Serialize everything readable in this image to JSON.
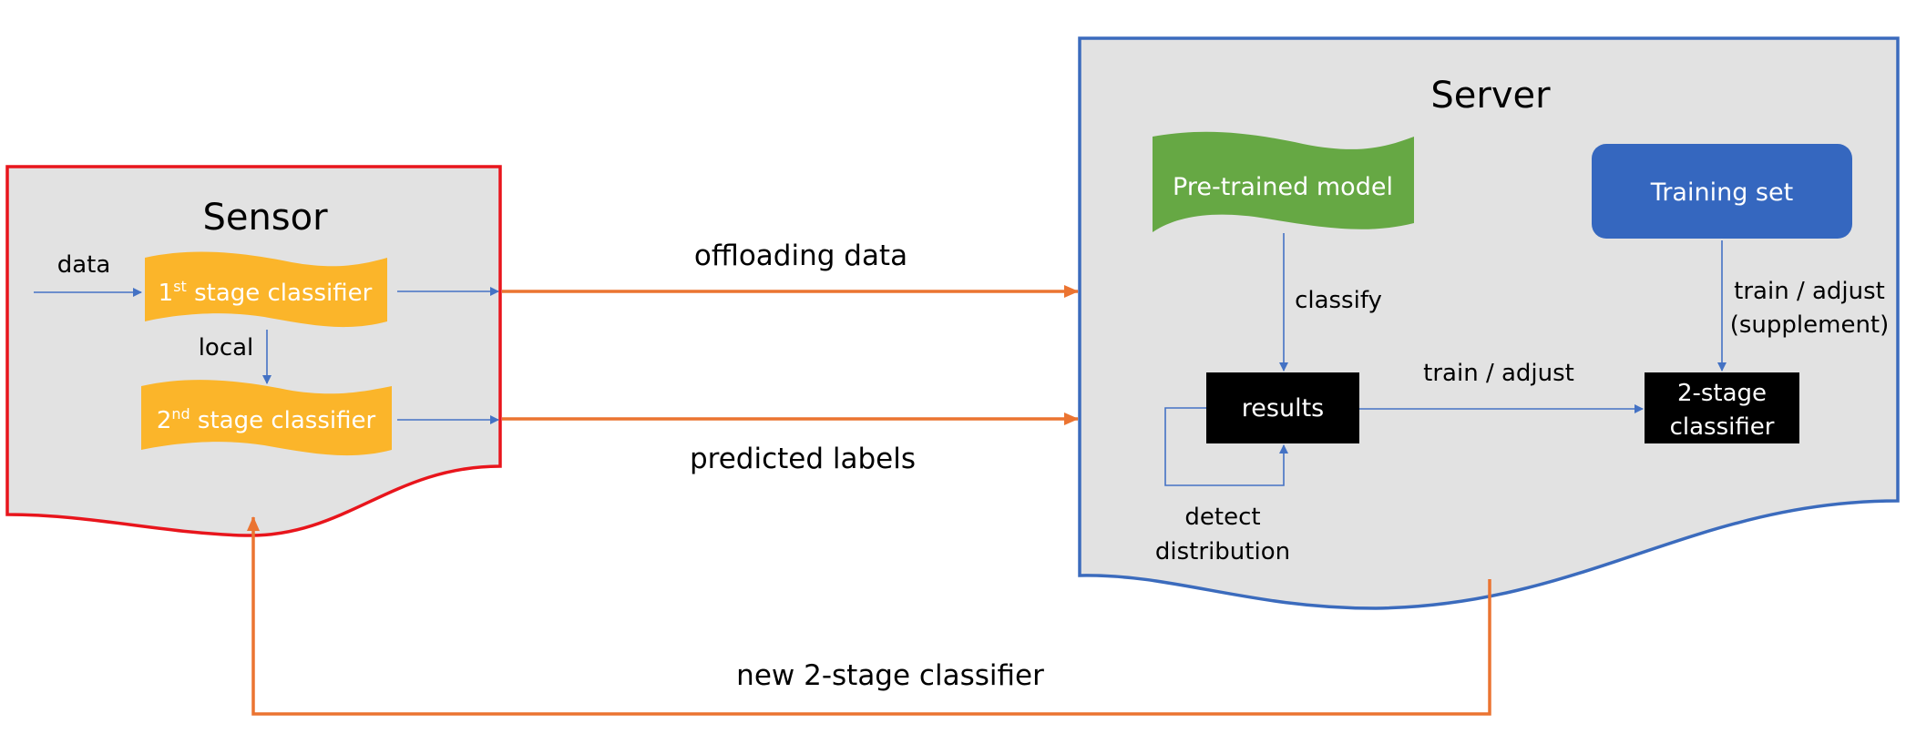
{
  "sensor": {
    "title": "Sensor",
    "input_label": "data",
    "stage1": {
      "num": "1",
      "sup": "st",
      "text": " stage classifier"
    },
    "stage2": {
      "num": "2",
      "sup": "nd",
      "text": " stage classifier"
    },
    "local_label": "local"
  },
  "server": {
    "title": "Server",
    "pretrained": "Pre-trained model",
    "training_set": "Training set",
    "classify_label": "classify",
    "results": "results",
    "train_adjust": "train / adjust",
    "train_adjust_supp_1": "train / adjust",
    "train_adjust_supp_2": "(supplement)",
    "classifier_line1": "2-stage",
    "classifier_line2": "classifier",
    "detect_line1": "detect",
    "detect_line2": "distribution"
  },
  "links": {
    "offloading": "offloading data",
    "predicted": "predicted labels",
    "feedback": "new 2-stage classifier"
  },
  "colors": {
    "sensor_border": "#e8151c",
    "server_border": "#3b6bbd",
    "panel_fill": "#e2e2e2",
    "classifier_fill": "#fbb52a",
    "pretrained_fill": "#66a844",
    "training_fill": "#3567bf",
    "arrow_orange": "#eb7431",
    "arrow_blue": "#4472c4"
  }
}
